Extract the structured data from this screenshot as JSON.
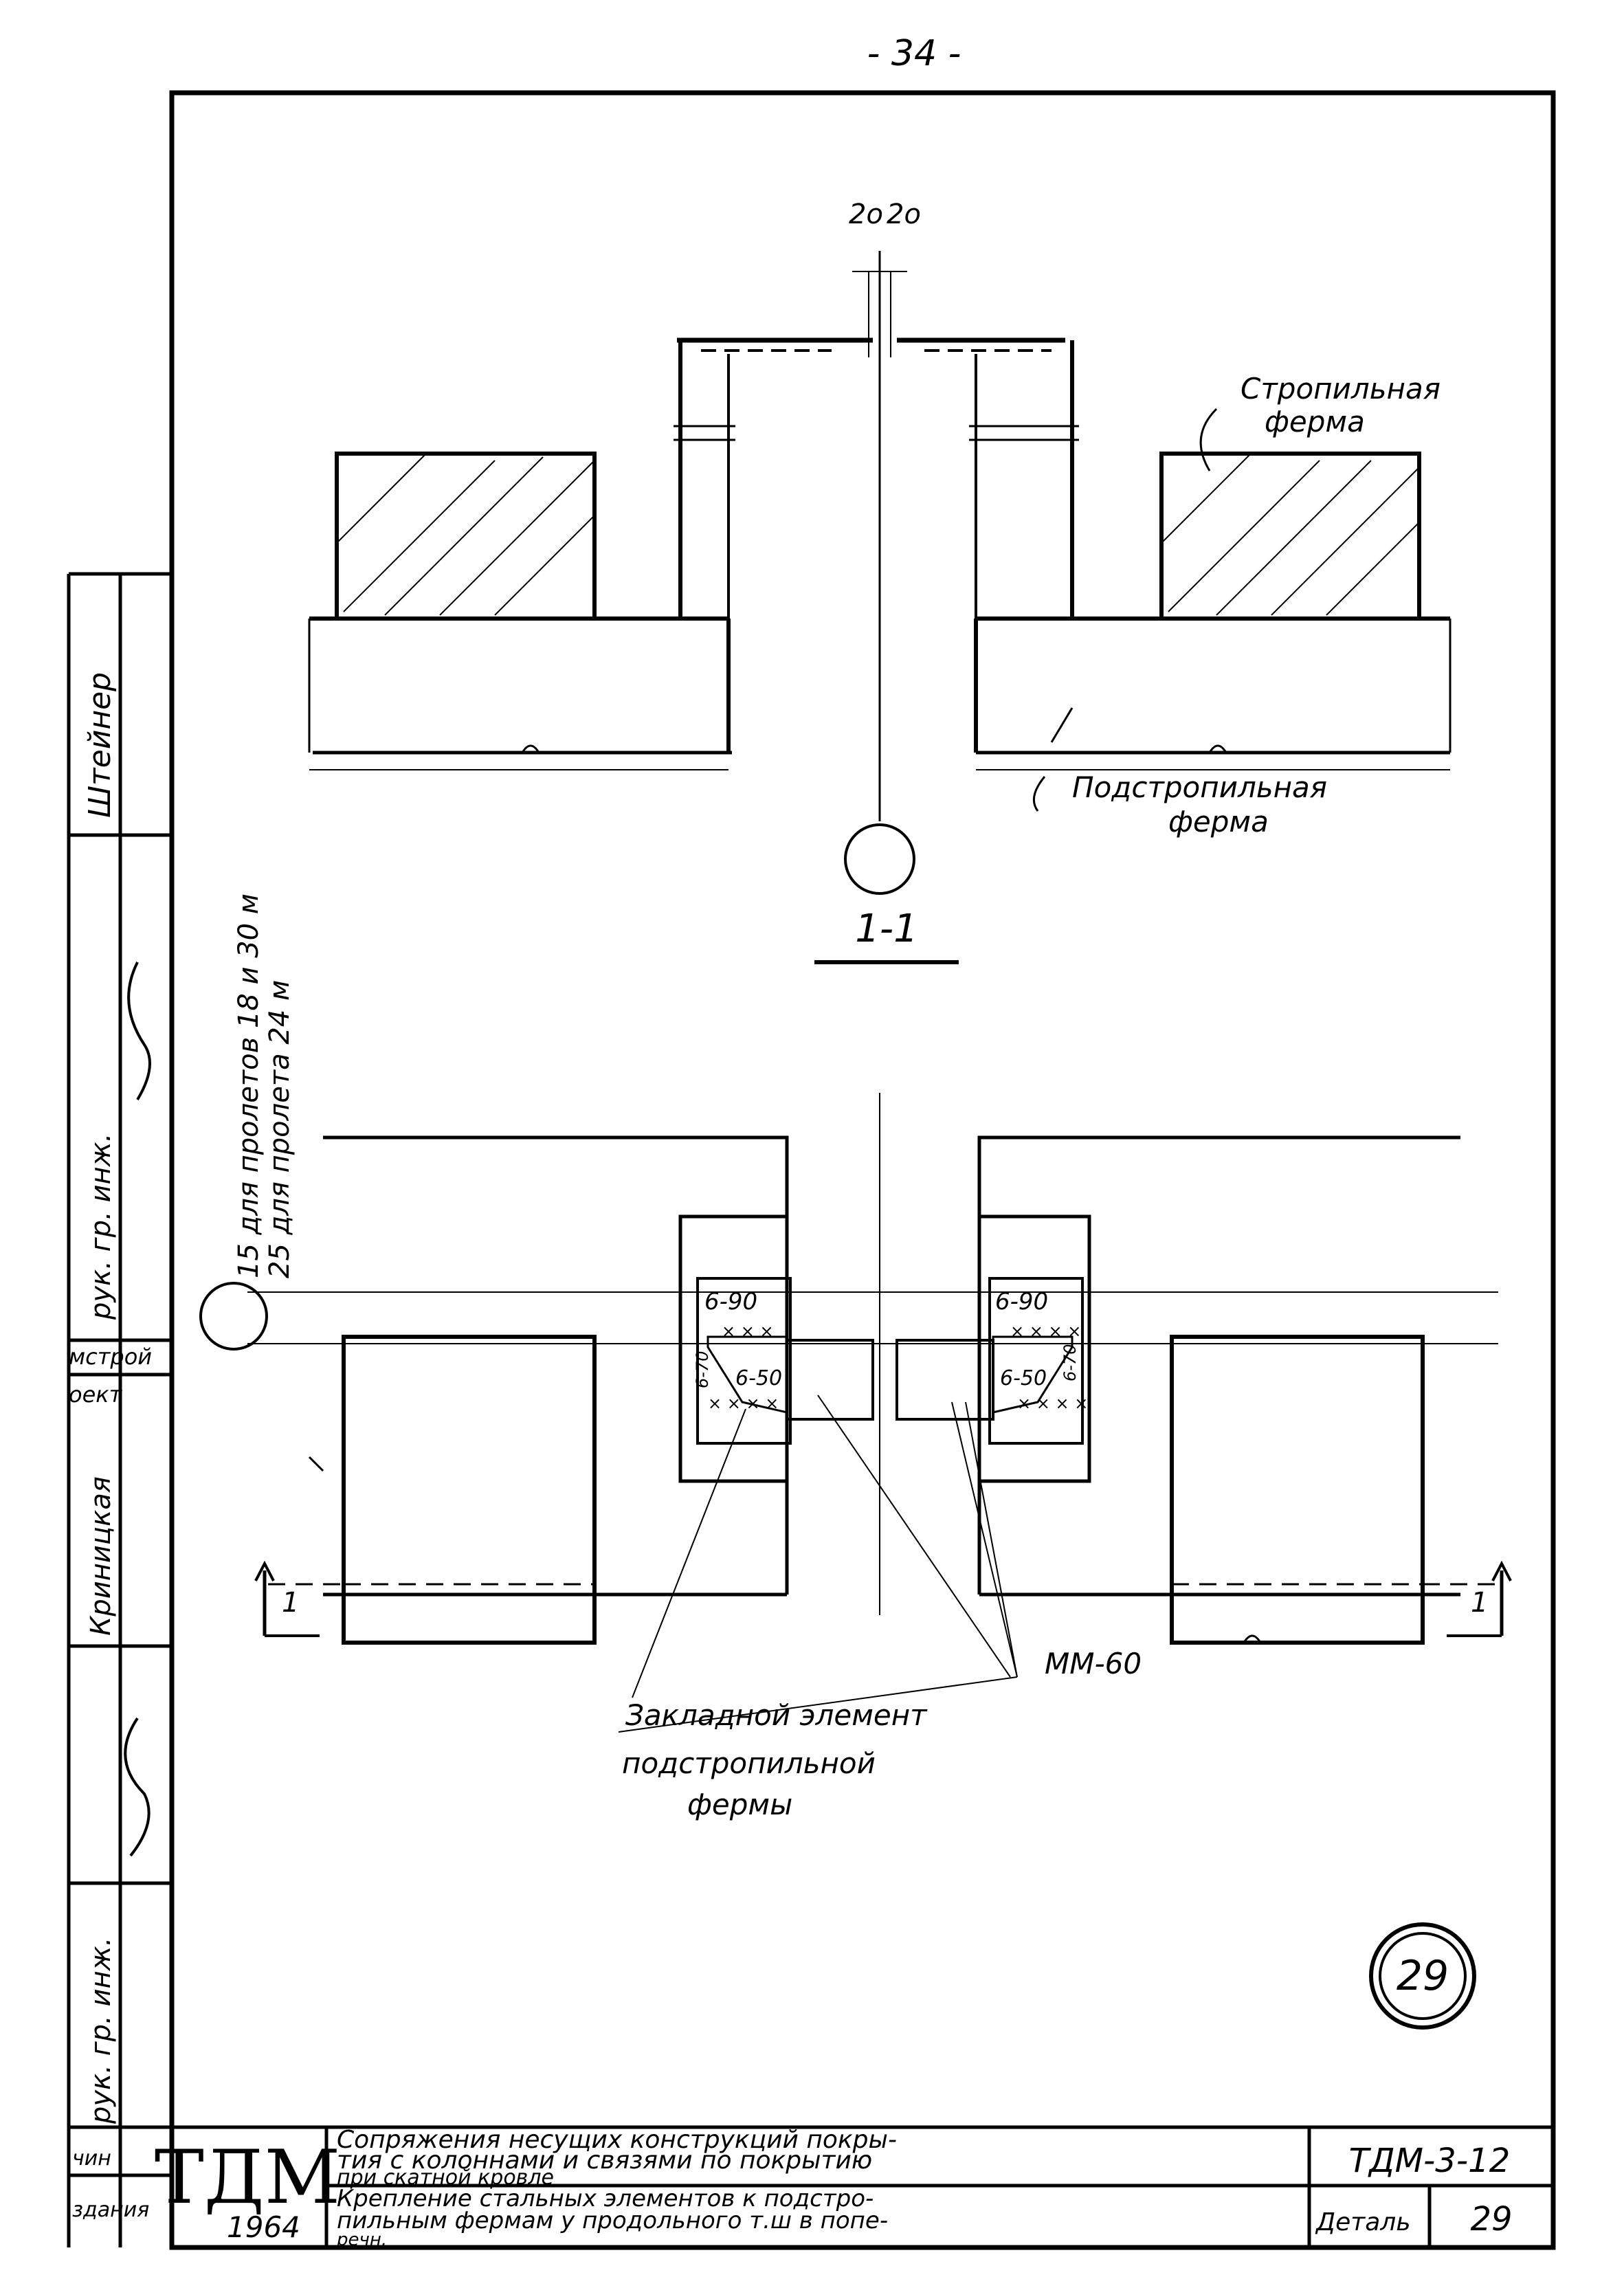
{
  "page_number": "- 34 -",
  "section": {
    "gap_left": "2o",
    "gap_right": "2o",
    "label_rafter_truss_line1": "Стропильная",
    "label_rafter_truss_line2": "ферма",
    "label_sub_rafter_truss_line1": "Подстропильная",
    "label_sub_rafter_truss_line2": "ферма",
    "section_mark": "1-1"
  },
  "plan": {
    "dim_note_line1": "15 для пролетов 18 и 30 м",
    "dim_note_line2": "25 для пролета 24 м",
    "weld_top_left": "6-90",
    "weld_mid_left": "6-70",
    "weld_low_left": "6-50",
    "weld_top_right": "6-90",
    "weld_mid_right": "6-70",
    "weld_low_right": "6-50",
    "cut_left": "1",
    "cut_right": "1",
    "embedded_element_line1": "Закладной элемент",
    "embedded_element_line2": "подстропильной",
    "embedded_element_line3": "фермы",
    "mark_mm": "ММ-60"
  },
  "detail_number": "29",
  "side_stamp": {
    "cells": [
      "Штейнер",
      "рук. гр. инж.",
      "Криницкая",
      "рук. гр. инж."
    ],
    "org_line1": "мстрой",
    "org_line2": "оект"
  },
  "title_block": {
    "logo": "ТДМ",
    "year": "1964",
    "title_line1": "Сопряжения несущих конструкций покры-",
    "title_line2": "тия с колоннами и связями по покрытию",
    "title_line3": "при скатной кровле",
    "subtitle_line1": "Крепление стальных элементов к подстро-",
    "subtitle_line2": "пильным фермам у продольного т.ш в попе-",
    "subtitle_line3": "речн.",
    "code": "ТДМ-3-12",
    "detail_label": "Деталь",
    "detail_no": "29",
    "left_label1": "чин",
    "left_label2": "здания"
  }
}
